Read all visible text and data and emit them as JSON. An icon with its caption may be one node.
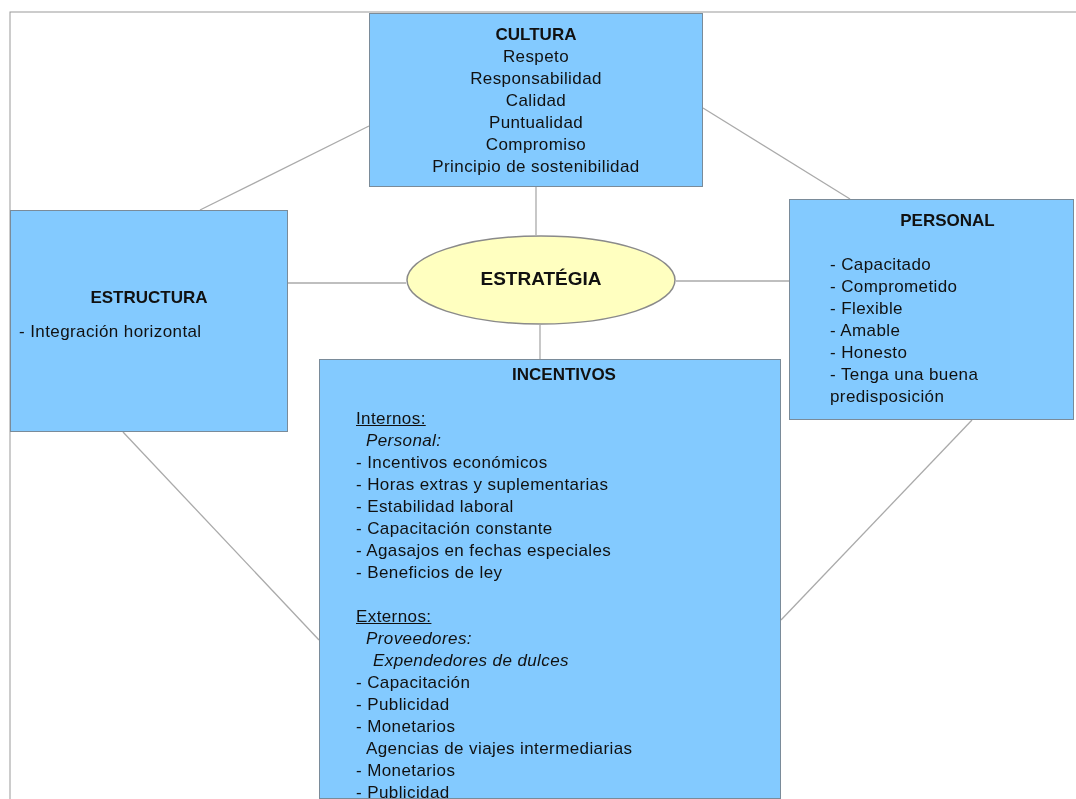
{
  "diagram": {
    "nodes": [
      {
        "text": [
          "CULTURA",
          "Respeto",
          "Responsabilidad",
          "Calidad",
          "Puntualidad",
          "Compromiso",
          "Principio de sostenibilidad"
        ]
      },
      {
        "text": [
          "ESTRUCTURA",
          "- Integración horizontal"
        ]
      },
      {
        "text": [
          "ESTRATÉGIA"
        ]
      },
      {
        "text": [
          "PERSONAL",
          "- Capacitado",
          "- Comprometido",
          "- Flexible",
          "- Amable",
          "- Honesto",
          "- Tenga una buena predisposición"
        ]
      },
      {
        "text": [
          "INCENTIVOS",
          "Internos:",
          "Personal:",
          "- Incentivos económicos",
          "- Horas extras y suplementarias",
          "- Estabilidad laboral",
          "- Capacitación constante",
          "- Agasajos en fechas especiales",
          "- Beneficios de ley",
          "Externos:",
          "Proveedores:",
          "Expendedores de dulces",
          "- Capacitación",
          "- Publicidad",
          "- Monetarios",
          "Agencias de viajes intermediarias",
          "- Monetarios",
          "- Publicidad"
        ]
      }
    ],
    "edges": [
      {
        "from": 2,
        "to": 0,
        "arrow": "none"
      },
      {
        "from": 2,
        "to": 1,
        "arrow": "none"
      },
      {
        "from": 2,
        "to": 3,
        "arrow": "none"
      },
      {
        "from": 2,
        "to": 4,
        "arrow": "none"
      },
      {
        "from": 0,
        "to": 1,
        "arrow": "none"
      },
      {
        "from": 0,
        "to": 3,
        "arrow": "none"
      },
      {
        "from": 1,
        "to": 4,
        "arrow": "none"
      },
      {
        "from": 3,
        "to": 4,
        "arrow": "none"
      }
    ]
  }
}
